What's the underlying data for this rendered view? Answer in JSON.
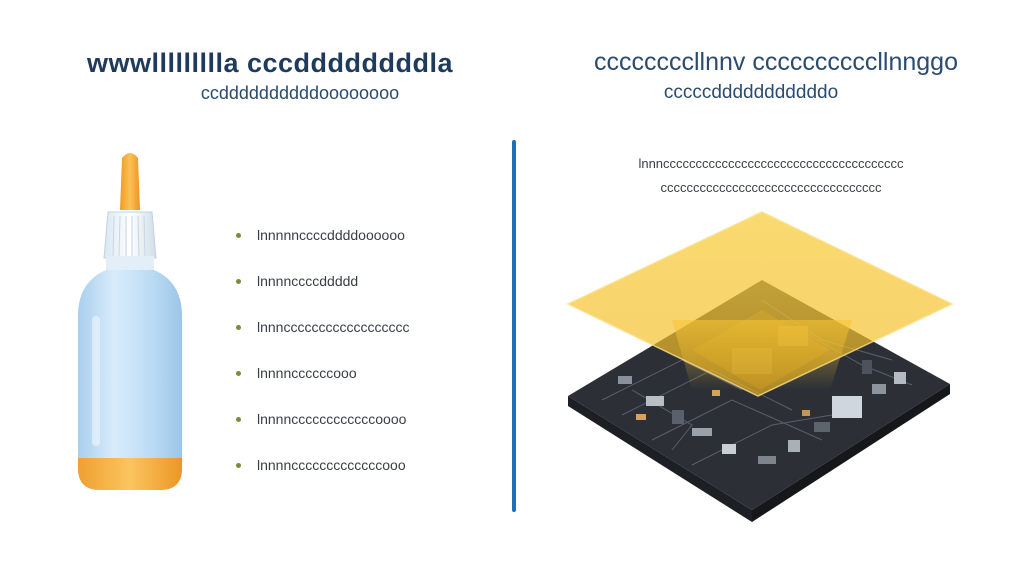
{
  "left": {
    "title": "wwwllllllllla cccddddddddla",
    "subtitle": "ccddddddddddoooooooo",
    "bullets": [
      {
        "text": "lnnnnnccccddddoooooo"
      },
      {
        "text": "lnnnnccccddddd"
      },
      {
        "text": "lnnncccccccccccccccccc"
      },
      {
        "text": "lnnnnccccccooo"
      },
      {
        "text": "lnnnnccccccccccccoooo"
      },
      {
        "text": "lnnnncccccccccccccooo"
      }
    ],
    "colors": {
      "bottle": "#c8e3f7",
      "cap": "#f4a93b",
      "bullet": "#7a8c3a"
    }
  },
  "right": {
    "title": "ccccccccllnnv ccccccccccllnnggo",
    "subtitle": "cccccdddddddddddo",
    "description": "lnnnccccccccccccccccccccccccccccccccccccc cccccccccccccccccccccccccccccccccc",
    "colors": {
      "glow": "#f6c836",
      "board": "#2c3036",
      "divider": "#1d6fb8"
    }
  }
}
